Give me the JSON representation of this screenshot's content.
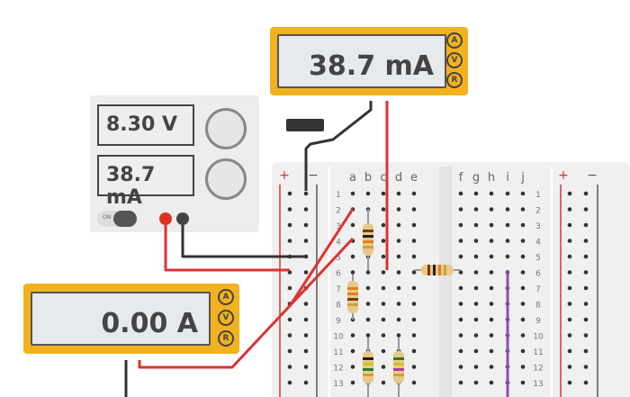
{
  "top_meter": {
    "reading": "38.7 mA",
    "buttons": [
      "A",
      "V",
      "R"
    ]
  },
  "bottom_meter": {
    "reading": "0.00 A",
    "buttons": [
      "A",
      "V",
      "R"
    ]
  },
  "power_supply": {
    "voltage": "8.30 V",
    "current": "38.7 mA",
    "on_label": "ON"
  },
  "breadboard": {
    "plus": "+",
    "minus": "−",
    "cols_left": [
      "a",
      "b",
      "c",
      "d",
      "e"
    ],
    "cols_right": [
      "f",
      "g",
      "h",
      "i",
      "j"
    ],
    "rows": [
      "1",
      "2",
      "3",
      "4",
      "5",
      "6",
      "7",
      "8",
      "9",
      "10",
      "11",
      "12",
      "13"
    ]
  }
}
